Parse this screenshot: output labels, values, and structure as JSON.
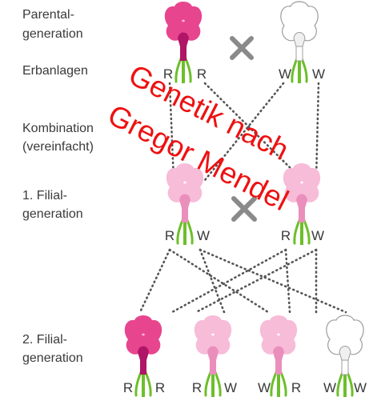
{
  "labels": {
    "parental_line1": "Parental-",
    "parental_line2": "generation",
    "erbanlagen": "Erbanlagen",
    "kombination_line1": "Kombination",
    "kombination_line2": "(vereinfacht)",
    "f1_line1": "1. Filial-",
    "f1_line2": "generation",
    "f2_line1": "2. Filial-",
    "f2_line2": "generation"
  },
  "alleles": {
    "parent_red": [
      "R",
      "R"
    ],
    "parent_white": [
      "W",
      "W"
    ],
    "f1_left": [
      "R",
      "W"
    ],
    "f1_right": [
      "R",
      "W"
    ],
    "f2_1": [
      "R",
      "R"
    ],
    "f2_2": [
      "R",
      "W"
    ],
    "f2_3": [
      "W",
      "R"
    ],
    "f2_4": [
      "W",
      "W"
    ]
  },
  "overlay": {
    "line1": "Genetik nach",
    "line2": "Gregor Mendel"
  },
  "colors": {
    "red_flower": "#e8458f",
    "red_throat": "#b01566",
    "pink_flower": "#f7bcd8",
    "pink_throat": "#ea8fbb",
    "white_flower": "#ffffff",
    "white_outline": "#9c9c9c",
    "stem_leaf": "#6cbf2a",
    "overlay_text": "#ee1111",
    "cross_symbol": "#8a8a8a"
  },
  "icons": [
    "flower-icon",
    "cross-icon"
  ]
}
